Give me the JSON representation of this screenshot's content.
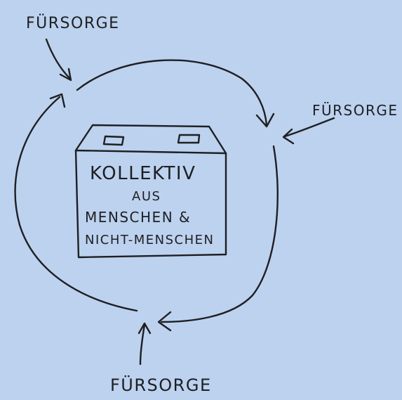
{
  "labels": {
    "top_left": "FÜRSORGE",
    "right": "FÜRSORGE",
    "bottom": "FÜRSORGE"
  },
  "box": {
    "line1": "KOLLEKTIV",
    "line2": "AUS",
    "line3": "MENSCHEN &",
    "line4": "NICHT-MENSCHEN"
  },
  "colors": {
    "paper": "#bcd2ef",
    "ink": "#1f1f22"
  }
}
